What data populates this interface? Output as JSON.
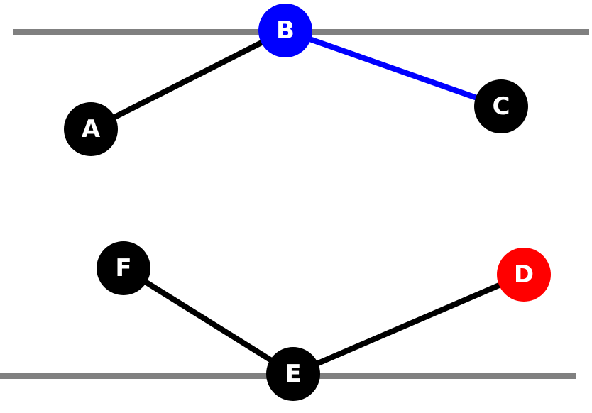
{
  "colors": {
    "background": "#ffffff",
    "rail": "#808080",
    "edge_default": "#000000",
    "edge_highlight": "#0000ff"
  },
  "nodes": [
    {
      "id": "A",
      "label": "A",
      "color": "#000000"
    },
    {
      "id": "B",
      "label": "B",
      "color": "#0000ff"
    },
    {
      "id": "C",
      "label": "C",
      "color": "#000000"
    },
    {
      "id": "D",
      "label": "D",
      "color": "#ff0000"
    },
    {
      "id": "E",
      "label": "E",
      "color": "#000000"
    },
    {
      "id": "F",
      "label": "F",
      "color": "#000000"
    }
  ],
  "edges": [
    {
      "from": "A",
      "to": "B",
      "color": "#000000"
    },
    {
      "from": "B",
      "to": "C",
      "color": "#0000ff"
    },
    {
      "from": "F",
      "to": "E",
      "color": "#000000"
    },
    {
      "from": "E",
      "to": "D",
      "color": "#000000"
    }
  ]
}
